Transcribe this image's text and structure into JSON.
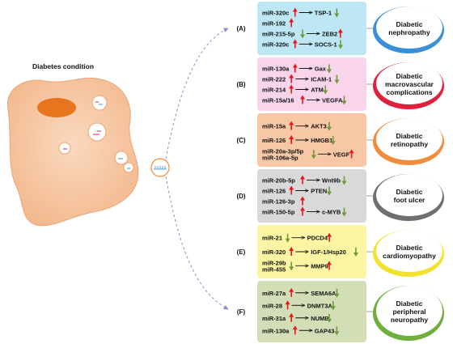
{
  "title": "Diabetes condition",
  "panels": [
    {
      "letter": "(A)",
      "bg": "#BDE7F5",
      "disease": [
        "Diabetic",
        "nephropathy"
      ],
      "ellipse": "#3A8FD6",
      "rows": [
        {
          "mirna": [
            "miR-320c"
          ],
          "mdir": [
            "up"
          ],
          "target": "TSP-1",
          "tdir": "down"
        },
        {
          "mirna": [
            "miR-192"
          ],
          "mdir": [
            "up"
          ],
          "target": "",
          "tdir": ""
        },
        {
          "mirna": [
            "miR-215-5p"
          ],
          "mdir": [
            "down"
          ],
          "target": "ZEB2",
          "tdir": "up"
        },
        {
          "mirna": [
            "miR-320c"
          ],
          "mdir": [
            "up"
          ],
          "target": "SOCS-1",
          "tdir": "down"
        }
      ]
    },
    {
      "letter": "(B)",
      "bg": "#F9D5EC",
      "disease": [
        "Diabetic",
        "macrovascular",
        "complications"
      ],
      "ellipse": "#E0203C",
      "rows": [
        {
          "mirna": [
            "miR-130a"
          ],
          "mdir": [
            "up"
          ],
          "target": "Gax",
          "tdir": "down"
        },
        {
          "mirna": [
            "miR-222"
          ],
          "mdir": [
            "up"
          ],
          "target": "ICAM-1",
          "tdir": "down"
        },
        {
          "mirna": [
            "miR-214"
          ],
          "mdir": [
            "up"
          ],
          "target": "ATM",
          "tdir": "down"
        },
        {
          "mirna": [
            "miR-15a/16"
          ],
          "mdir": [
            "up"
          ],
          "target": "VEGFA",
          "tdir": "down"
        }
      ]
    },
    {
      "letter": "(C)",
      "bg": "#F8C7A5",
      "disease": [
        "Diabetic",
        "retinopathy"
      ],
      "ellipse": "#F08C3A",
      "rows": [
        {
          "mirna": [
            "miR-15a"
          ],
          "mdir": [
            "up"
          ],
          "target": "AKT3",
          "tdir": "down"
        },
        {
          "mirna": [
            "miR-126"
          ],
          "mdir": [
            "up"
          ],
          "target": "HMGB1",
          "tdir": "down"
        },
        {
          "mirna": [
            "miR-20a-3p/5p",
            "miR-106a-5p"
          ],
          "mdir": [
            "down"
          ],
          "target": "VEGF",
          "tdir": "up"
        }
      ]
    },
    {
      "letter": "(D)",
      "bg": "#D9D9D9",
      "disease": [
        "Diabetic",
        "foot ulcer"
      ],
      "ellipse": "#6F6F6F",
      "rows": [
        {
          "mirna": [
            "miR-20b-5p"
          ],
          "mdir": [
            "up"
          ],
          "target": "Wnt9b",
          "tdir": "down"
        },
        {
          "mirna": [
            "miR-126"
          ],
          "mdir": [
            "up"
          ],
          "target": "PTEN",
          "tdir": "down"
        },
        {
          "mirna": [
            "miR-126-3p"
          ],
          "mdir": [
            "up"
          ],
          "target": "",
          "tdir": ""
        },
        {
          "mirna": [
            "miR-150-5p"
          ],
          "mdir": [
            "up"
          ],
          "target": "c-MYB",
          "tdir": "down"
        }
      ]
    },
    {
      "letter": "(E)",
      "bg": "#FCF6A4",
      "disease": [
        "Diabetic",
        "cardiomyopathy"
      ],
      "ellipse": "#F2E230",
      "rows": [
        {
          "mirna": [
            "miR-21"
          ],
          "mdir": [
            "down"
          ],
          "target": "PDCD4",
          "tdir": "up"
        },
        {
          "mirna": [
            "miR-320"
          ],
          "mdir": [
            "up"
          ],
          "target": "IGF-1/Hsp20",
          "tdir": "down"
        },
        {
          "mirna": [
            "miR-29b",
            "miR-455"
          ],
          "mdir": [
            "down"
          ],
          "target": "MMP9",
          "tdir": "up"
        }
      ]
    },
    {
      "letter": "(F)",
      "bg": "#D2DFB6",
      "disease": [
        "Diabetic",
        "peripheral",
        "neuropathy"
      ],
      "ellipse": "#6FAF3C",
      "rows": [
        {
          "mirna": [
            "miR-27a"
          ],
          "mdir": [
            "up"
          ],
          "target": "SEMA6A",
          "tdir": "down"
        },
        {
          "mirna": [
            "miR-28"
          ],
          "mdir": [
            "up"
          ],
          "target": "DNMT3A",
          "tdir": "down"
        },
        {
          "mirna": [
            "miR-31a"
          ],
          "mdir": [
            "up"
          ],
          "target": "NUMB",
          "tdir": "down"
        },
        {
          "mirna": [
            "miR-130a"
          ],
          "mdir": [
            "up"
          ],
          "target": "GAP43",
          "tdir": "down"
        }
      ]
    }
  ],
  "colors": {
    "up": "#E8151B",
    "down": "#6E9A3A",
    "cell": "#F6C9A6",
    "nucleus": "#E8741E",
    "dash": "#9A86C8"
  }
}
